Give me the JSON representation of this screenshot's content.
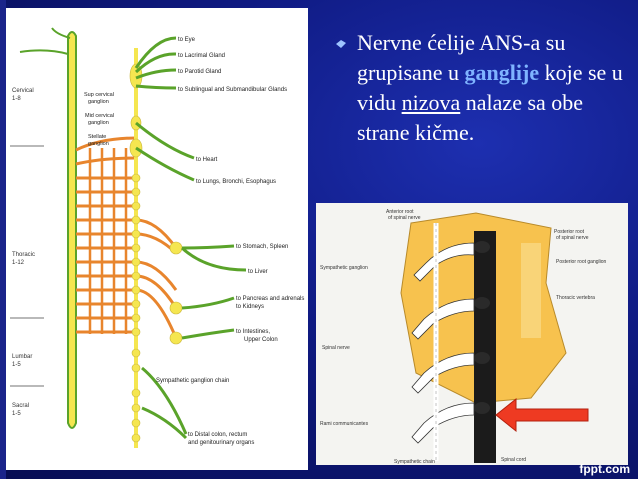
{
  "slide": {
    "paragraph": {
      "part1": "Nervne ćelije ANS-a su grupisane u",
      "highlight": "ganglije",
      "part2": "koje se u vidu",
      "underlined": "nizova",
      "part3": "nalaze sa obe strane kičme."
    },
    "logo": "fppt.com"
  },
  "left_diagram": {
    "regions": [
      {
        "name": "Cervical",
        "range": "1-8"
      },
      {
        "name": "Thoracic",
        "range": "1-12"
      },
      {
        "name": "Lumbar",
        "range": "1-5"
      },
      {
        "name": "Sacral",
        "range": "1-5"
      }
    ],
    "ganglia": {
      "sup": "Sup cervical ganglion",
      "mid": "Mid cervical ganglion",
      "stellate": "Stellate ganglion"
    },
    "targets": {
      "eye": "to Eye",
      "lacrimal": "to Lacrimal Gland",
      "parotid": "to Parotid Gland",
      "sublingual": "to Sublingual and Submandibular Glands",
      "heart": "to Heart",
      "lungs": "to Lungs, Bronchi, Esophagus",
      "stomach": "to Stomach, Spleen",
      "liver": "to Liver",
      "pancreas": "to Pancreas and adrenals to Kidneys",
      "intestines": "to Intestines, Upper Colon",
      "distal": "to Distal colon, rectum and genitourinary organs"
    },
    "chain": "Sympathetic ganglion chain"
  },
  "right_diagram": {
    "labels": {
      "anterior_root": "Anterior root of spinal nerve",
      "posterior_root": "Posterior root of spinal nerve",
      "posterior_ganglion": "Posterior root ganglion",
      "sympathetic_ganglion": "Sympathetic ganglion",
      "thoracic_vertebra": "Thoracic vertebra",
      "spinal_nerve": "Spinal nerve",
      "rami": "Rami communicantes",
      "sympathetic_chain": "Sympathetic chain",
      "spinal_cord": "Spinal cord"
    },
    "arrow_color": "#ee3a22"
  },
  "colors": {
    "nerve_green": "#5aa32a",
    "nerve_orange": "#e8852d",
    "spine_yellow": "#f5e650",
    "vertebra_yellow": "#f7c24e"
  }
}
